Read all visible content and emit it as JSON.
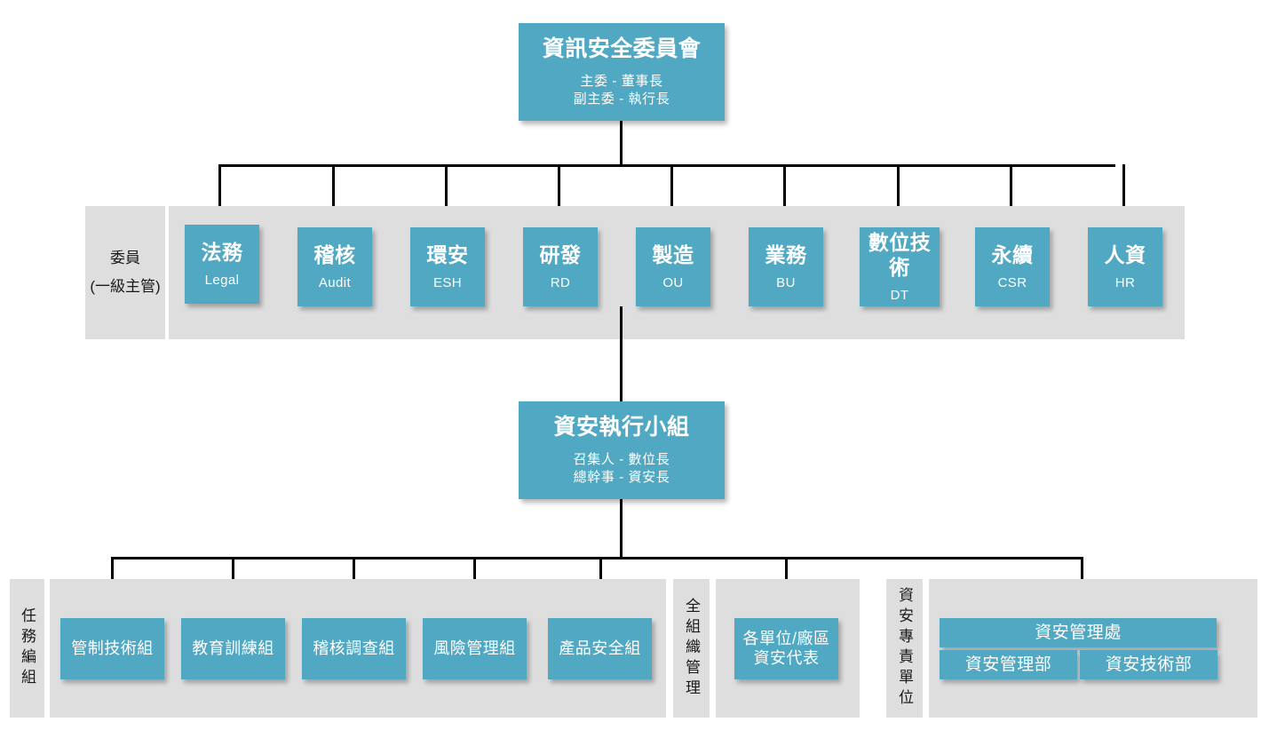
{
  "chart": {
    "type": "org-chart",
    "title_implicit": "資訊安全組織架構",
    "colors": {
      "node_fill": "#50a8c2",
      "band_fill": "#dedede",
      "line": "#000000",
      "node_text": "#ffffff",
      "label_text": "#1a1a1a"
    }
  },
  "root": {
    "title": "資訊安全委員會",
    "sub1": "主委 - 董事長",
    "sub2": "副主委 - 執行長"
  },
  "committee": {
    "label_line1": "委員",
    "label_line2": "(一級主管)",
    "members": [
      {
        "zh": "法務",
        "en": "Legal"
      },
      {
        "zh": "稽核",
        "en": "Audit"
      },
      {
        "zh": "環安",
        "en": "ESH"
      },
      {
        "zh": "研發",
        "en": "RD"
      },
      {
        "zh": "製造",
        "en": "OU"
      },
      {
        "zh": "業務",
        "en": "BU"
      },
      {
        "zh": "數位技術",
        "en": "DT"
      },
      {
        "zh": "永續",
        "en": "CSR"
      },
      {
        "zh": "人資",
        "en": "HR"
      }
    ]
  },
  "exec": {
    "title": "資安執行小組",
    "sub1": "召集人 - 數位長",
    "sub2": "總幹事 - 資安長"
  },
  "taskforce": {
    "label": "任務編組",
    "groups": [
      {
        "zh": "管制技術組"
      },
      {
        "zh": "教育訓練組"
      },
      {
        "zh": "稽核調查組"
      },
      {
        "zh": "風險管理組"
      },
      {
        "zh": "產品安全組"
      }
    ]
  },
  "org_wide": {
    "label": "全組織管理",
    "node_line1": "各單位/廠區",
    "node_line2": "資安代表"
  },
  "dedicated_unit": {
    "label": "資安專責單位",
    "head": "資安管理處",
    "departments": [
      {
        "zh": "資安管理部"
      },
      {
        "zh": "資安技術部"
      }
    ]
  }
}
